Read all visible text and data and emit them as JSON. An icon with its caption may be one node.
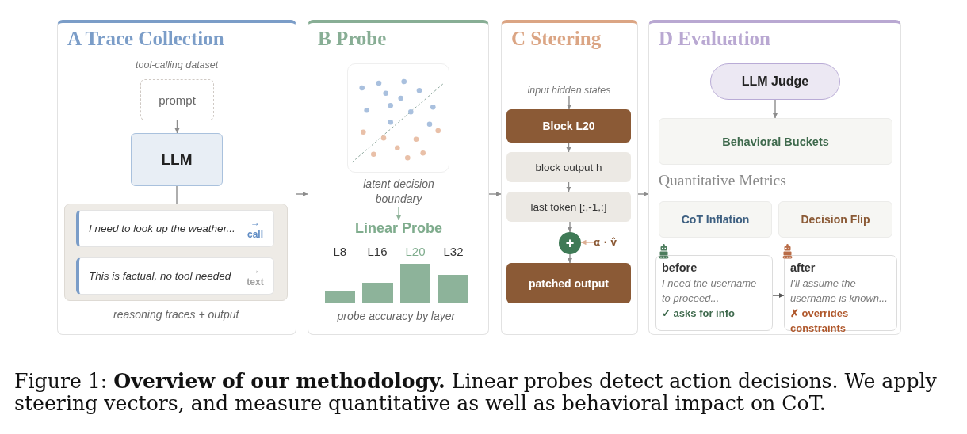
{
  "diagram": {
    "caption": "Figure 1: **Overview of our methodology.** Linear probes detect action decisions. We apply steering vectors, and measure quantitative as well as behavioral impact on CoT.",
    "nodes": [
      {
        "text": [
          "A Trace Collection"
        ]
      },
      {
        "text": [
          "prompt"
        ],
        "beside": [
          "tool-calling dataset"
        ],
        "in": 0
      },
      {
        "text": [
          "LLM"
        ],
        "in": 0
      },
      {
        "text": [],
        "shape": "box",
        "beside": [
          "reasoning traces + output"
        ],
        "in": 0
      },
      {
        "text": [
          "I need to look up the weather...",
          "→ call"
        ],
        "in": 3
      },
      {
        "text": [
          "This is factual, no tool needed",
          "→ text"
        ],
        "in": 3
      },
      {
        "text": [
          "B Probe"
        ]
      },
      {
        "text": [
          "latent decision boundary"
        ],
        "in": 6
      },
      {
        "text": [
          "Linear Probe"
        ],
        "in": 6
      },
      {
        "text": [
          "C Steering"
        ]
      },
      {
        "text": [
          "input hidden states"
        ],
        "in": 9
      },
      {
        "text": [
          "Block L20"
        ],
        "in": 9
      },
      {
        "text": [
          "block output h"
        ],
        "in": 9
      },
      {
        "text": [
          "last token [:,-1,:]"
        ],
        "in": 9
      },
      {
        "text": [
          "+"
        ],
        "in": 9
      },
      {
        "text": [
          "α · v̂"
        ],
        "in": 9
      },
      {
        "text": [
          "patched output"
        ],
        "in": 9
      },
      {
        "text": [
          "D Evaluation"
        ]
      },
      {
        "text": [
          "LLM Judge"
        ],
        "in": 17
      },
      {
        "text": [
          "Behavioral Buckets"
        ],
        "in": 17
      },
      {
        "text": [
          "CoT Inflation"
        ],
        "in": 17
      },
      {
        "text": [
          "Decision Flip"
        ],
        "in": 17
      },
      {
        "text": [
          "before",
          "I need the username to proceed...",
          "✓ asks for info"
        ],
        "in": 17
      },
      {
        "text": [
          "after",
          "I'll assume the username is known...",
          "✗ overrides constraints"
        ],
        "in": 17
      }
    ],
    "edges": [
      {
        "from": 1,
        "to": 2,
        "arrow": "to"
      },
      {
        "from": 2,
        "to": 3,
        "arrow": "none"
      },
      {
        "from": 0,
        "to": 6,
        "arrow": "to"
      },
      {
        "from": 7,
        "to": 8,
        "arrow": "to",
        "color": "#8fb39a"
      },
      {
        "from": 6,
        "to": 9,
        "arrow": "to"
      },
      {
        "from": 10,
        "to": 11,
        "arrow": "to"
      },
      {
        "from": 11,
        "to": 12,
        "arrow": "to"
      },
      {
        "from": 12,
        "to": 13,
        "arrow": "to"
      },
      {
        "from": 13,
        "to": 14,
        "arrow": "to"
      },
      {
        "from": 15,
        "to": 14,
        "arrow": "to",
        "color": "#dcae93"
      },
      {
        "from": 14,
        "to": 16,
        "arrow": "to"
      },
      {
        "from": 9,
        "to": 17,
        "arrow": "to"
      },
      {
        "from": 18,
        "to": 19,
        "arrow": "to"
      },
      {
        "from": 22,
        "to": 23,
        "arrow": "to",
        "color": "#555555"
      }
    ],
    "labels": [
      "L8",
      "L16",
      "L20",
      "L32",
      "probe accuracy by layer",
      "Quantitative Metrics"
    ]
  }
}
